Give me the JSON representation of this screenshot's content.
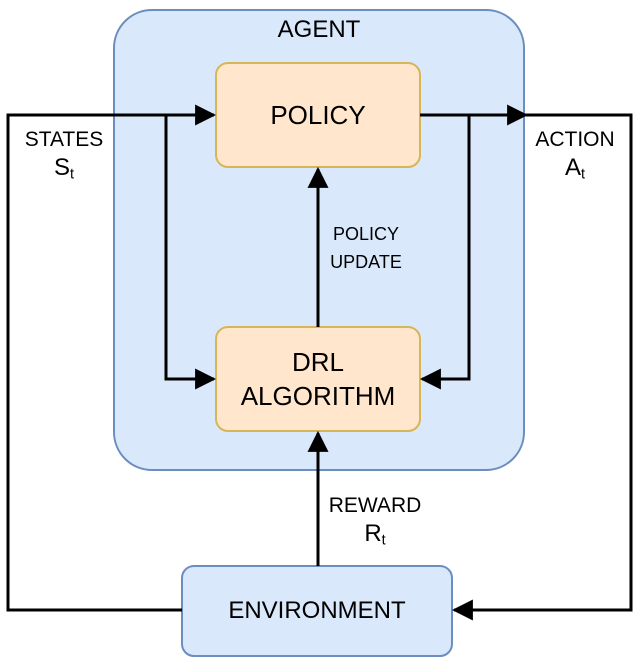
{
  "agent": {
    "title": "AGENT",
    "fill": "#dae8fc",
    "stroke": "#6c8ebf"
  },
  "policy": {
    "label": "POLICY",
    "fill": "#ffe6cc",
    "stroke": "#d6b656"
  },
  "algorithm": {
    "line1": "DRL",
    "line2": "ALGORITHM",
    "fill": "#ffe6cc",
    "stroke": "#d6b656"
  },
  "environment": {
    "label": "ENVIRONMENT",
    "fill": "#dae8fc",
    "stroke": "#6c8ebf"
  },
  "states": {
    "label": "STATES",
    "symbol": "S",
    "subscript": "t"
  },
  "action": {
    "label": "ACTION",
    "symbol": "A",
    "subscript": "t"
  },
  "reward": {
    "label": "REWARD",
    "symbol": "R",
    "subscript": "t"
  },
  "policy_update": {
    "line1": "POLICY",
    "line2": "UPDATE"
  },
  "arrow_color": "#000000"
}
